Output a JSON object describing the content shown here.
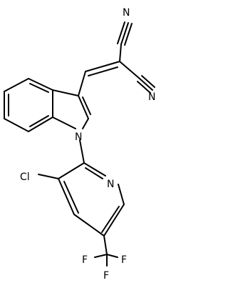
{
  "molecule": {
    "atoms": {
      "n_nitrile_top": "N",
      "n_nitrile_mid": "N",
      "n_indole": "N",
      "n_pyridine": "N",
      "cl": "Cl",
      "f_left": "F",
      "f_right": "F",
      "f_bottom": "F"
    }
  },
  "colors": {
    "bond": "#000000",
    "label": "#000000",
    "background": "#ffffff"
  }
}
